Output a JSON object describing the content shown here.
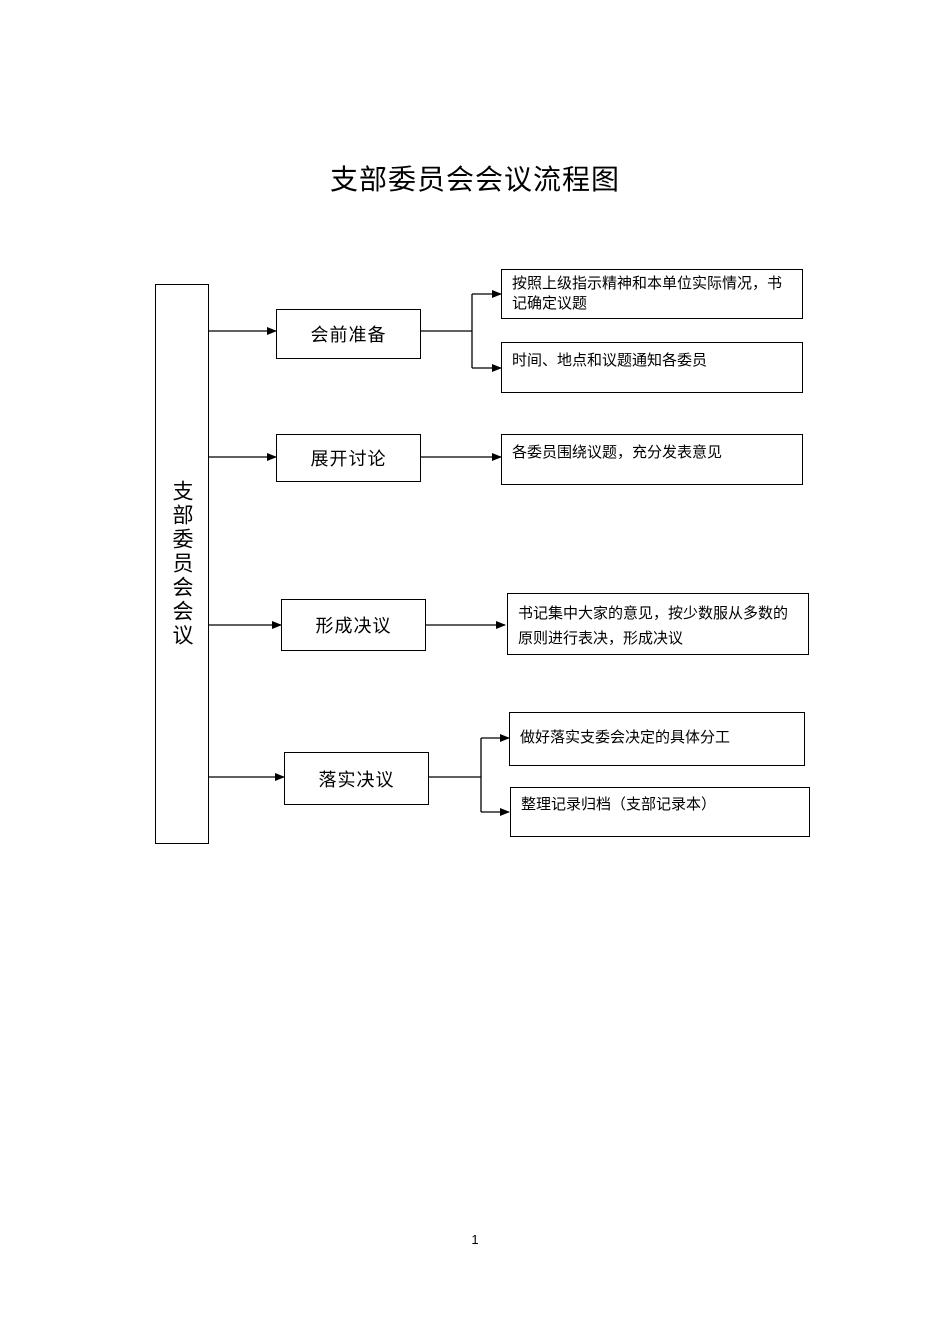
{
  "title": "支部委员会会议流程图",
  "main_node": "支部委员会会议",
  "steps": [
    {
      "label": "会前准备",
      "details": [
        "按照上级指示精神和本单位实际情况，书记确定议题",
        "时间、地点和议题通知各委员"
      ]
    },
    {
      "label": "展开讨论",
      "details": [
        "各委员围绕议题，充分发表意见"
      ]
    },
    {
      "label": "形成决议",
      "details": [
        "书记集中大家的意见，按少数服从多数的原则进行表决，形成决议"
      ]
    },
    {
      "label": "落实决议",
      "details": [
        "做好落实支委会决定的具体分工",
        "整理记录归档（支部记录本）"
      ]
    }
  ],
  "page_number": "1"
}
